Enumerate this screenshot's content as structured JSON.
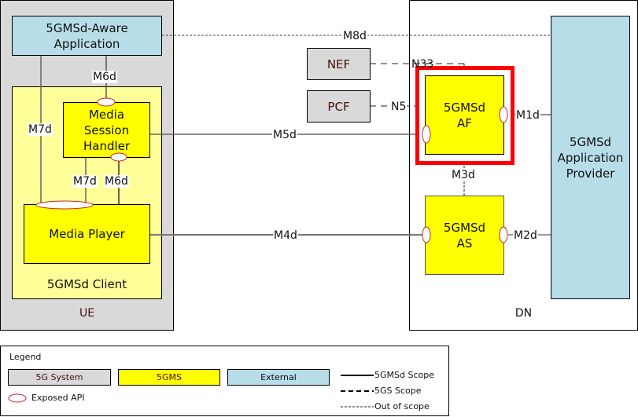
{
  "ue": {
    "label": "UE",
    "aware_app": "5GMSd-Aware\nApplication",
    "client_label": "5GMSd Client",
    "media_session_handler": "Media\nSession\nHandler",
    "media_player": "Media Player"
  },
  "dn": {
    "label": "DN",
    "af": "5GMSd\nAF",
    "as": "5GMSd\nAS",
    "app_provider": "5GMSd\nApplication\nProvider"
  },
  "core": {
    "nef": "NEF",
    "pcf": "PCF"
  },
  "interfaces": {
    "m8d": "M8d",
    "m6d_top": "M6d",
    "m7d_left": "M7d",
    "m7d_inner": "M7d",
    "m6d_inner": "M6d",
    "m5d": "M5d",
    "m4d": "M4d",
    "n33": "N33",
    "n5": "N5",
    "m1d": "M1d",
    "m3d": "M3d",
    "m2d": "M2d"
  },
  "legend": {
    "title": "Legend",
    "system": "5G System",
    "gms": "5GMS",
    "external": "External",
    "exposed_api": "Exposed API",
    "scope_5gmsd": "5GMSd Scope",
    "scope_5gs": "5GS Scope",
    "out_of_scope": "Out of scope"
  },
  "colors": {
    "system": "#d9d9d9",
    "gms_client": "#ffff99",
    "gms": "#ffff00",
    "external": "#b7dde8",
    "highlight": "#ff0000",
    "api": "#cc2222"
  }
}
